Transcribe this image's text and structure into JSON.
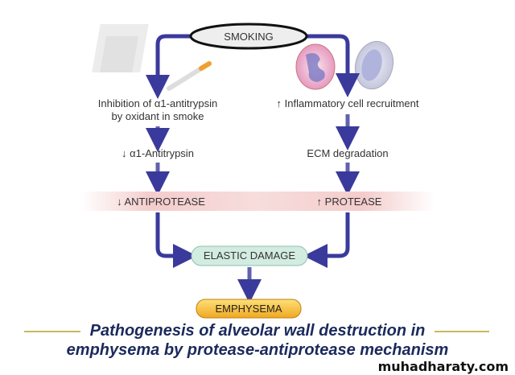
{
  "diagram": {
    "start": "SMOKING",
    "left_branch": {
      "step1_line1": "Inhibition of α1-antitrypsin",
      "step1_line2": "by oxidant in smoke",
      "step2": "↓ α1-Antitrypsin",
      "result": "↓ ANTIPROTEASE"
    },
    "right_branch": {
      "step1": "↑ Inflammatory cell recruitment",
      "step2": "ECM degradation",
      "result": "↑ PROTEASE"
    },
    "merge": "ELASTIC DAMAGE",
    "outcome": "EMPHYSEMA"
  },
  "caption": {
    "line1": "Pathogenesis of alveolar wall destruction in",
    "line2": "emphysema by protease-antiprotease mechanism"
  },
  "watermark": "muhadharaty.com",
  "colors": {
    "arrow": "#3a3a9c",
    "caption": "#1b2a5c",
    "band": "#f2c4c4",
    "merge_box": "#cfe9df",
    "outcome_box": "#f5b731"
  }
}
